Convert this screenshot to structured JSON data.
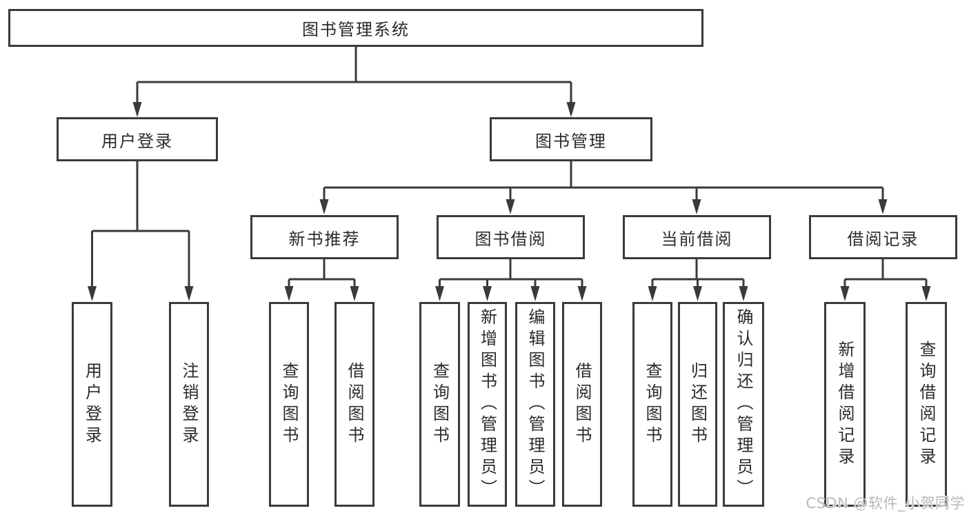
{
  "tree": {
    "label": "图书管理系统",
    "children": [
      {
        "label": "用户登录",
        "children": [
          {
            "label": "用户登录"
          },
          {
            "label": "注销登录"
          }
        ]
      },
      {
        "label": "图书管理",
        "children": [
          {
            "label": "新书推荐",
            "children": [
              {
                "label": "查询图书"
              },
              {
                "label": "借阅图书"
              }
            ]
          },
          {
            "label": "图书借阅",
            "children": [
              {
                "label": "查询图书"
              },
              {
                "label": "新增图书（管理员）"
              },
              {
                "label": "编辑图书（管理员）"
              },
              {
                "label": "借阅图书"
              }
            ]
          },
          {
            "label": "当前借阅",
            "children": [
              {
                "label": "查询图书"
              },
              {
                "label": "归还图书"
              },
              {
                "label": "确认归还（管理员）"
              }
            ]
          },
          {
            "label": "借阅记录",
            "children": [
              {
                "label": "新增借阅记录"
              },
              {
                "label": "查询借阅记录"
              }
            ]
          }
        ]
      }
    ]
  },
  "watermark": "CSDN @软件_小贺同学",
  "colors": {
    "line": "#3a3a3a",
    "text": "#2b2b2b",
    "background": "#ffffff",
    "watermark": "#b9b9b9"
  }
}
